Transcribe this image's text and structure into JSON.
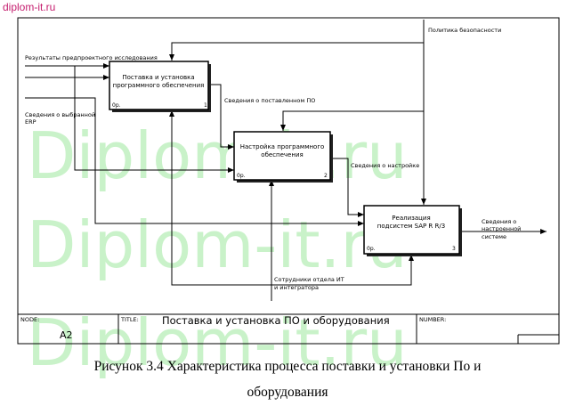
{
  "site_url": "diplom-it.ru",
  "watermark": "Diplom-it.ru",
  "arrows": {
    "results": "Результаты предпроектного исследования",
    "erp": [
      "Сведения о выбранной",
      "ERP"
    ],
    "security": "Политика безопасности",
    "installed_info": "Сведения о поставленном ПО",
    "setup_info": "Сведения о настройке",
    "output": [
      "Сведения о",
      "настроенной",
      "системе"
    ],
    "staff": [
      "Сотрудники отдела ИТ",
      "и интегратора"
    ]
  },
  "boxes": [
    {
      "lines": [
        "Поставка и установка",
        "программного обеспечения"
      ],
      "cost": "0р.",
      "number": "1"
    },
    {
      "lines": [
        "Настройка программного",
        "обеспечения"
      ],
      "cost": "0р.",
      "number": "2"
    },
    {
      "lines": [
        "Реализация",
        "подсистем SAP R R/3"
      ],
      "cost": "0р.",
      "number": "3"
    }
  ],
  "footer": {
    "node_label": "NODE:",
    "node_value": "A2",
    "title_label": "TITLE:",
    "title_value": "Поставка  и установка ПО и оборудования",
    "number_label": "NUMBER:"
  },
  "caption": [
    "Рисунок 3.4 Характеристика процесса поставки и установки По и",
    "оборудования"
  ]
}
